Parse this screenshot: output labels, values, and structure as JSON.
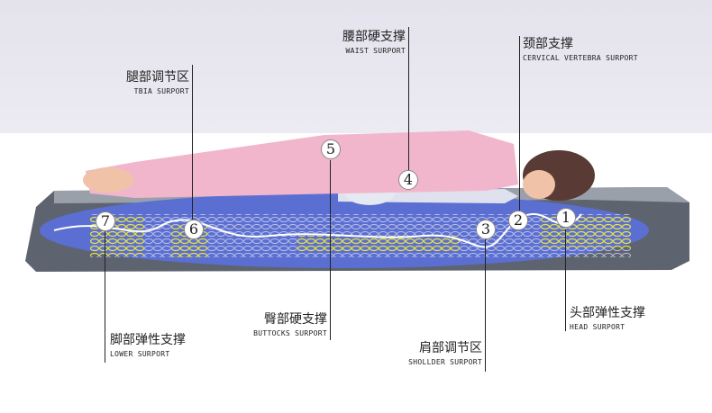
{
  "labels": [
    {
      "num": "1",
      "cn": "头部弹性支撑",
      "en": "HEAD SURPORT"
    },
    {
      "num": "2",
      "cn": "颈部支撑",
      "en": "CERVICAL VERTEBRA SURPORT"
    },
    {
      "num": "3",
      "cn": "肩部调节区",
      "en": "SHOLLDER SURPORT"
    },
    {
      "num": "4",
      "cn": "腰部硬支撑",
      "en": "WAIST SURPORT"
    },
    {
      "num": "5",
      "cn": "臀部硬支撑",
      "en": "BUTTOCKS SURPORT"
    },
    {
      "num": "6",
      "cn": "腿部调节区",
      "en": "TBIA SURPORT"
    },
    {
      "num": "7",
      "cn": "脚部弹性支撑",
      "en": "LOWER SURPORT"
    }
  ],
  "colors": {
    "zone": "#5b6fd2",
    "mattress": "#5d6470",
    "pink": "#f2b6cc",
    "spring_yellow": "#e8e23a"
  }
}
